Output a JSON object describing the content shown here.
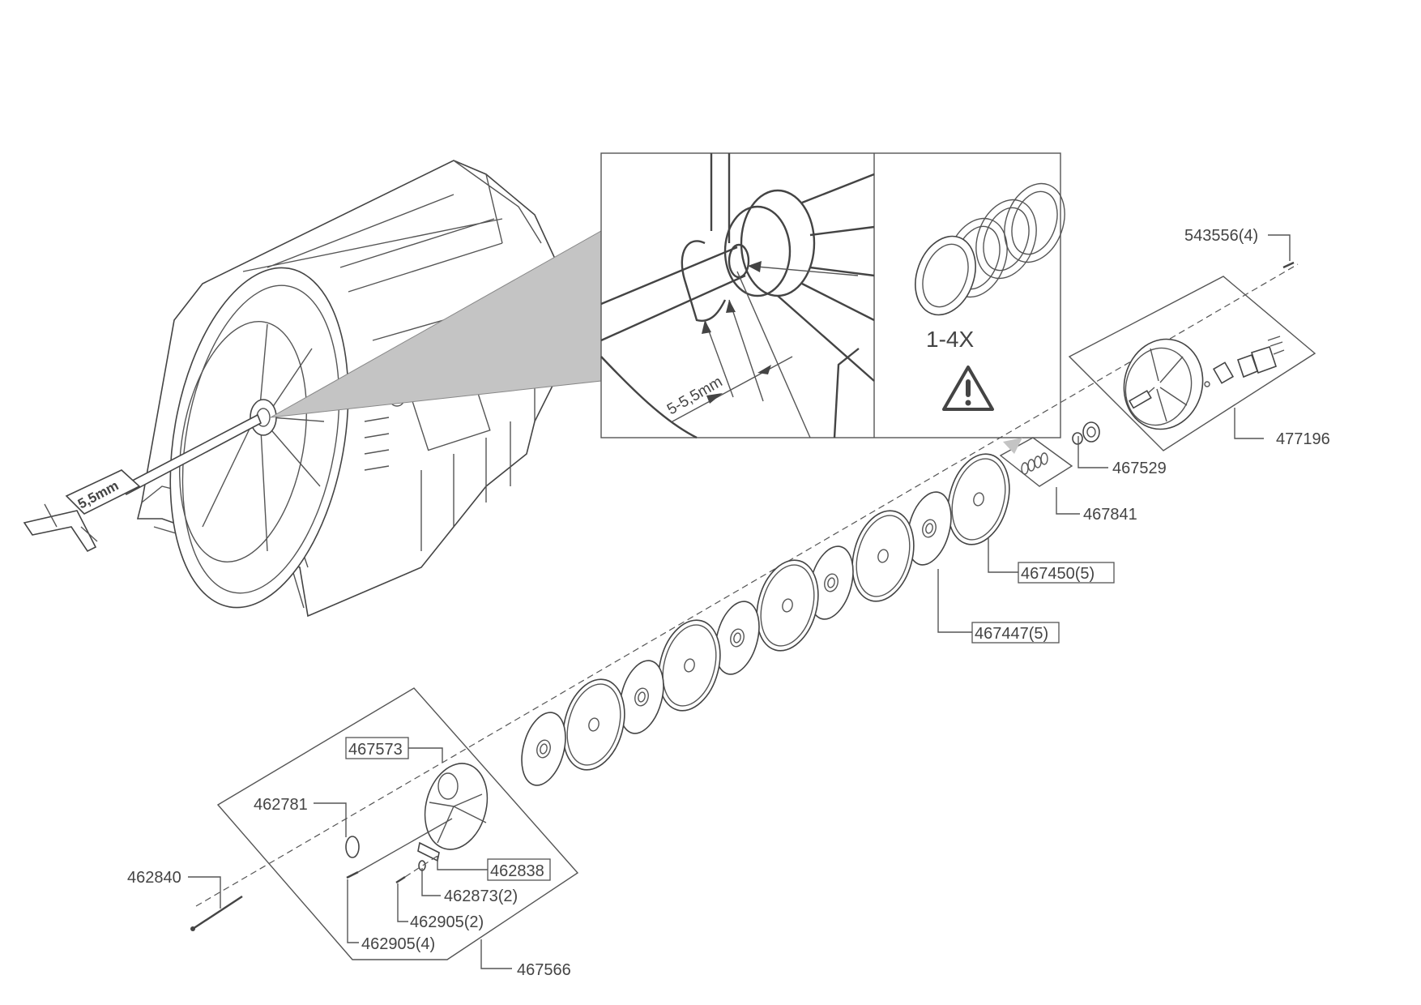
{
  "diagram": {
    "inset": {
      "quantity": "1-4X",
      "gap_dimension": "5-5,5mm",
      "caliper_reading": "5,5mm"
    },
    "parts": {
      "p543556": "543556(4)",
      "p477196": "477196",
      "p467529": "467529",
      "p467841": "467841",
      "p467450": "467450(5)",
      "p467447": "467447(5)",
      "p467573": "467573",
      "p462781": "462781",
      "p462840": "462840",
      "p462838": "462838",
      "p462873": "462873(2)",
      "p462905b": "462905(2)",
      "p462905a": "462905(4)",
      "p467566": "467566"
    },
    "colors": {
      "line": "#444444",
      "wedge": "#c4c4c4"
    }
  }
}
